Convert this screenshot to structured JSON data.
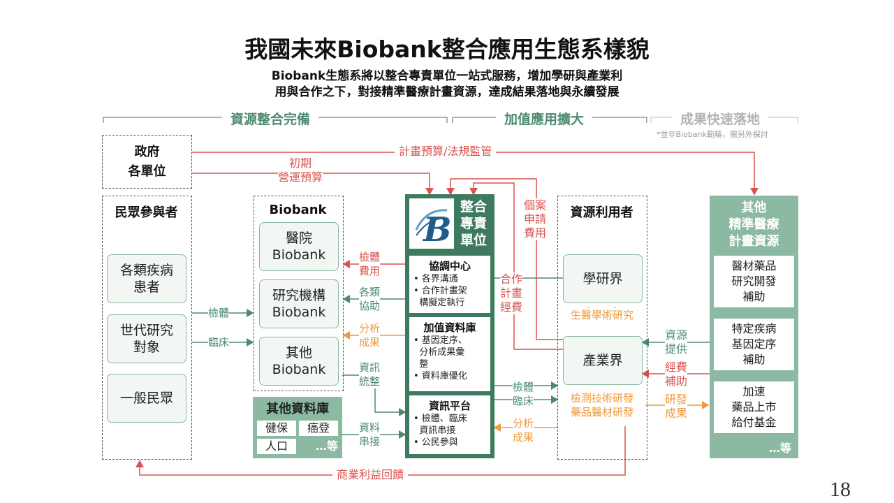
{
  "title": "我國未來Biobank整合應用生態系樣貌",
  "subtitle": [
    "Biobank生態系將以整合專責單位一站式服務，增加學研與產業利",
    "用與合作之下，對接精準醫療計畫資源，達成結果落地與永續發展"
  ],
  "phases": [
    "資源整合完備",
    "加值應用擴大",
    "成果快速落地"
  ],
  "phase_note": "*並非Biobank範疇，需另外探討",
  "gov": [
    "政府",
    "各單位"
  ],
  "public": {
    "header": "民眾參與者",
    "items": [
      "各類疾病\n患者",
      "世代研究\n對象",
      "一般民眾"
    ]
  },
  "biobank": {
    "header": "Biobank",
    "items": [
      "醫院\nBiobank",
      "研究機構\nBiobank",
      "其他\nBiobank"
    ]
  },
  "other_db": {
    "header": "其他資料庫",
    "items": [
      "健保",
      "癌登",
      "人口",
      "…等"
    ]
  },
  "unit": {
    "title": "整合\n專責\n單位",
    "logo_letter": "B",
    "sections": [
      {
        "title": "協調中心",
        "bullets": [
          "• 各界溝通",
          "• 合作計畫架\n  構擬定執行"
        ]
      },
      {
        "title": "加值資料庫",
        "bullets": [
          "• 基因定序、\n  分析成果彙\n  整",
          "• 資料庫優化"
        ]
      },
      {
        "title": "資訊平台",
        "bullets": [
          "• 檢體、臨床\n  資訊串接",
          "• 公民參與"
        ]
      }
    ]
  },
  "users": {
    "header": "資源利用者",
    "academia": "學研界",
    "industry": "產業界",
    "academia_note": "生醫學術研究",
    "industry_note": "檢測技術研發\n藥品醫材研發"
  },
  "precision": {
    "header": "其他\n精準醫療\n計畫資源",
    "items": [
      "醫材藥品\n研究開發\n補助",
      "特定疾病\n基因定序\n補助",
      "加速\n藥品上市\n給付基金"
    ],
    "more": "…等"
  },
  "flows": {
    "budget_reg": "計畫預算/法規監管",
    "initial_budget": "初期\n營運預算",
    "case_fee": "個案\n申請\n費用",
    "specimen_fee": "檢體\n費用",
    "assist": "各類\n協助",
    "analysis_result": "分析\n成果",
    "info_integrate": "資訊\n統整",
    "data_link": "資料\n串接",
    "specimen": "檢體",
    "clinical": "臨床",
    "coop_fee": "合作\n計畫\n經費",
    "analysis_result2": "分析\n成果",
    "resource_provide": "資源\n提供",
    "funding": "經費\n補助",
    "rd_result": "研發\n成果",
    "commercial": "商業利益回饋",
    "specimen2": "檢體",
    "clinical2": "臨床"
  },
  "page_number": "18",
  "colors": {
    "red": "#d9534f",
    "green": "#4d8a70",
    "orange": "#ef9a3c",
    "dark_green": "#3e7a5e",
    "light_green": "#8cb9a2"
  }
}
